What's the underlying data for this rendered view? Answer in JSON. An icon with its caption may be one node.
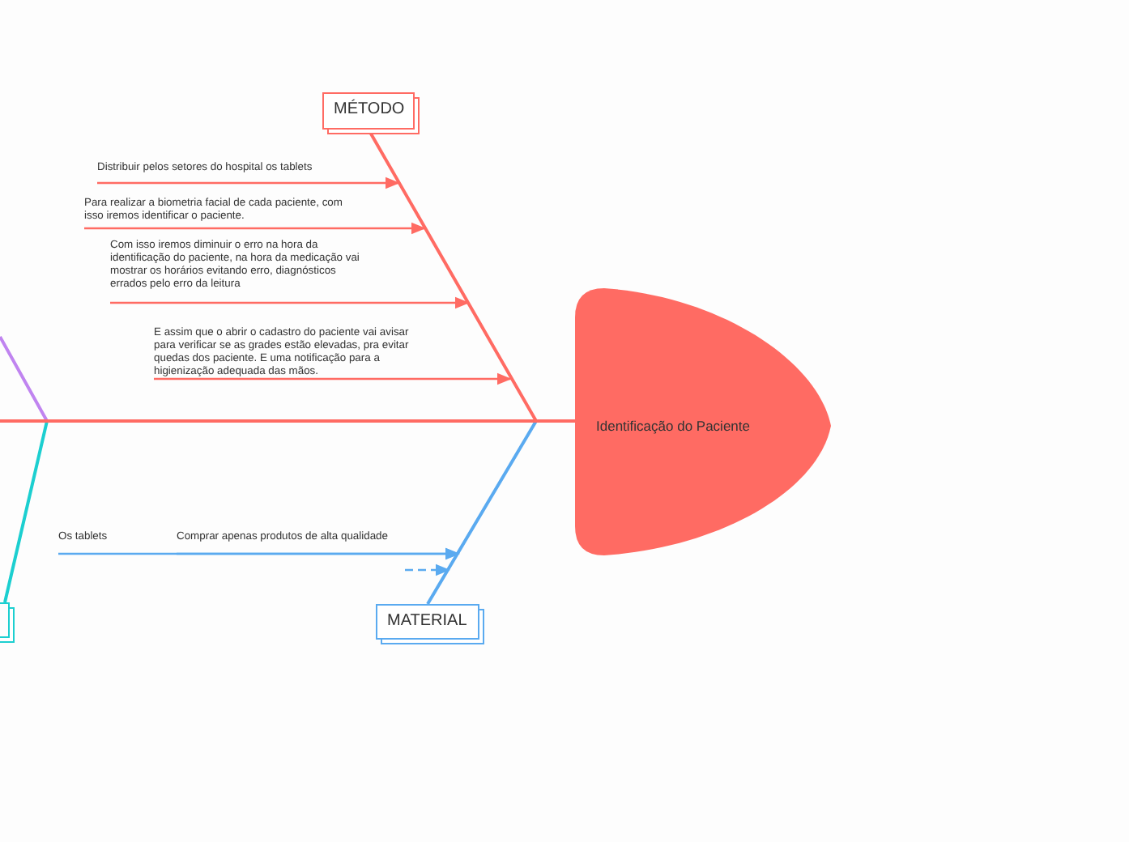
{
  "diagram": {
    "nodes": [
      {
        "text": [
          "MÉTODO"
        ]
      },
      {
        "text": [
          "Distribuir pelos setores do hospital os tablets"
        ]
      },
      {
        "text": [
          "Para realizar a biometria facial de cada paciente, com isso iremos identificar o paciente."
        ]
      },
      {
        "text": [
          "Com isso iremos diminuir o erro na hora da identificação do paciente, na hora da medicação vai mostrar os horários evitando erro, diagnósticos errados pelo erro da leitura"
        ]
      },
      {
        "text": [
          "E assim que o abrir o cadastro do paciente vai avisar para verificar se as grades estão elevadas, pra evitar quedas dos paciente. E uma notificação para a higienização adequada das mãos."
        ]
      },
      {
        "text": [
          "Identificação do Paciente"
        ]
      },
      {
        "text": [
          "Os tablets"
        ]
      },
      {
        "text": [
          "Comprar apenas produtos de alta qualidade"
        ]
      },
      {
        "text": [
          "MATERIAL"
        ]
      },
      {
        "text": [],
        "shape": "box"
      }
    ],
    "edges": [
      {
        "from": 1,
        "to": null,
        "arrow": "to"
      },
      {
        "from": 2,
        "to": null,
        "arrow": "to"
      },
      {
        "from": 3,
        "to": null,
        "arrow": "to"
      },
      {
        "from": 4,
        "to": null,
        "arrow": "to"
      },
      {
        "from": 0,
        "to": 5,
        "arrow": "none"
      },
      {
        "from": 6,
        "to": null,
        "arrow": "to",
        "color": "#5aaaf0"
      },
      {
        "from": 7,
        "to": null,
        "arrow": "to",
        "color": "#5aaaf0"
      },
      {
        "from": 8,
        "to": 5,
        "arrow": "none",
        "color": "#5aaaf0"
      },
      {
        "from": null,
        "to": 5,
        "arrow": "none",
        "color": "#c084f0"
      },
      {
        "from": 9,
        "to": 5,
        "arrow": "none",
        "color": "#1ccfd0"
      }
    ]
  }
}
